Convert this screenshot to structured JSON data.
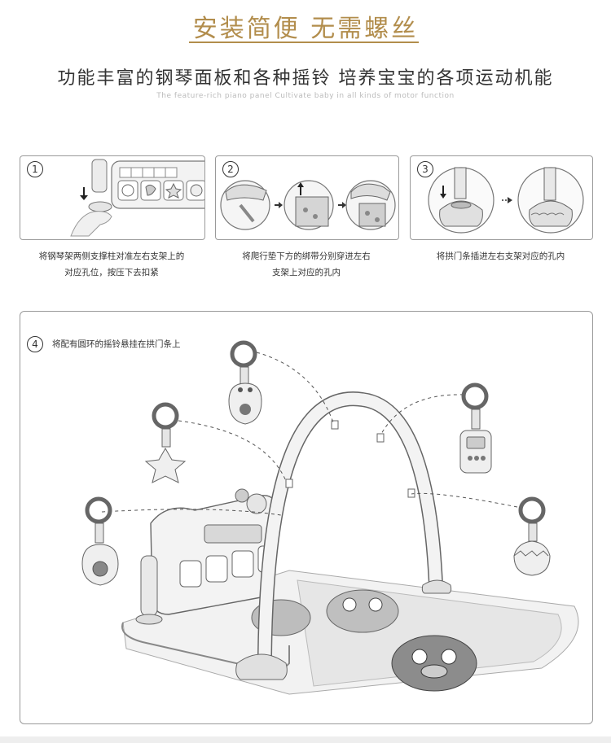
{
  "header": {
    "title": "安装简便 无需螺丝",
    "subtitle": "功能丰富的钢琴面板和各种摇铃 培养宝宝的各项运动机能",
    "subtitle_en": "The feature-rich piano panel Cultivate baby in all kinds of motor function"
  },
  "steps": [
    {
      "number": "1",
      "caption_line1": "将钢琴架两侧支撑柱对准左右支架上的",
      "caption_line2": "对应孔位，按压下去扣紧"
    },
    {
      "number": "2",
      "caption_line1": "将爬行垫下方的绑带分别穿进左右",
      "caption_line2": "支架上对应的孔内"
    },
    {
      "number": "3",
      "caption_line1": "将拱门条插进左右支架对应的孔内",
      "caption_line2": ""
    },
    {
      "number": "4",
      "caption_line1": "将配有圆环的摇铃悬挂在拱门条上"
    }
  ]
}
